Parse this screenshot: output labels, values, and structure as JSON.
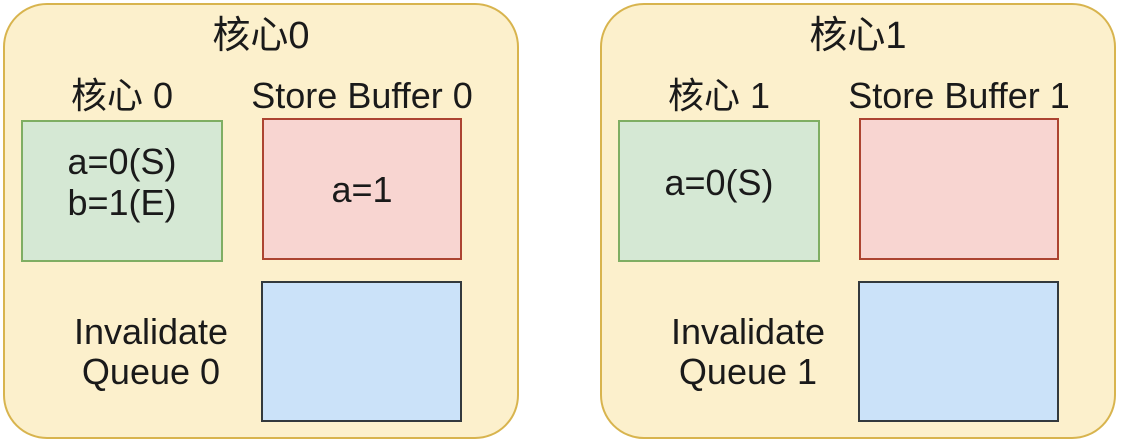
{
  "diagram": {
    "panels": [
      {
        "title": "核心0",
        "core": {
          "label": "核心 0",
          "content": "a=0(S)\nb=1(E)"
        },
        "store_buffer": {
          "label": "Store Buffer 0",
          "content": "a=1"
        },
        "invalidate_queue": {
          "label": "Invalidate\nQueue 0",
          "content": ""
        }
      },
      {
        "title": "核心1",
        "core": {
          "label": "核心 1",
          "content": "a=0(S)"
        },
        "store_buffer": {
          "label": "Store Buffer 1",
          "content": ""
        },
        "invalidate_queue": {
          "label": "Invalidate\nQueue 1",
          "content": ""
        }
      }
    ],
    "colors": {
      "panel-fill": "#FCF0CC",
      "panel-border": "#D8B44E",
      "core-fill": "#D5E8D4",
      "core-border": "#7FAE63",
      "store-buffer-fill": "#F8D5D1",
      "store-buffer-border": "#AC4431",
      "invalidate-queue-fill": "#CBE2F9",
      "invalidate-queue-border": "#33393D",
      "text": "#1A1A1A"
    }
  }
}
